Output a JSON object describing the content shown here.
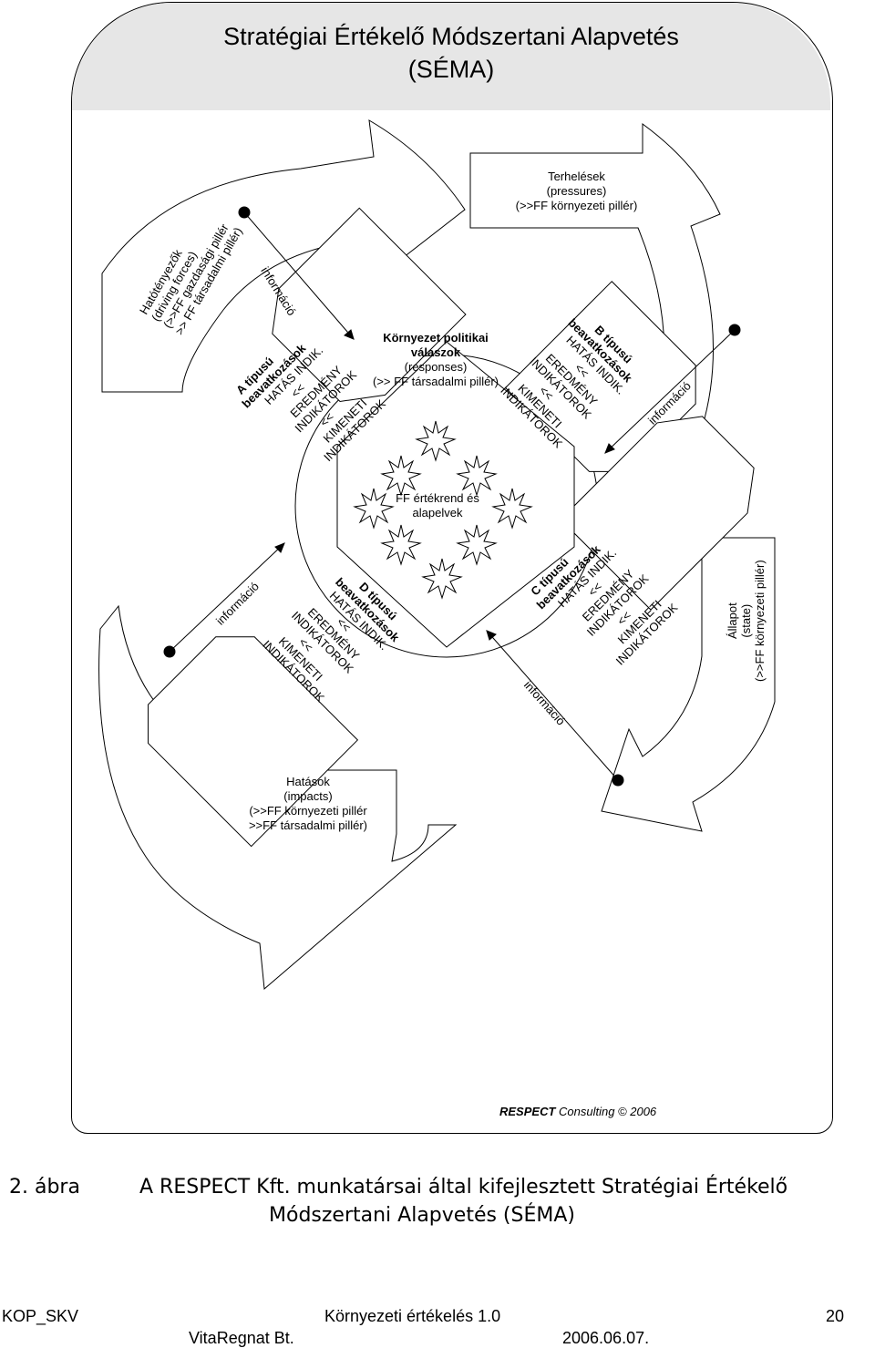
{
  "title_line1": "Stratégiai Értékelő Módszertani Alapvetés",
  "title_line2": "(SÉMA)",
  "pressures": [
    "Terhelések",
    "(pressures)",
    "(>>FF környezeti pillér)"
  ],
  "driving_forces": [
    "Hatótényezők",
    "(driving forces)",
    "(>>FF gazdasági pillér",
    ">> FF társadalmi pillér)"
  ],
  "responses": [
    "Környezet politikai",
    "válaszok",
    "(responses)",
    "(>> FF társadalmi pillér)"
  ],
  "values": [
    "FF értékrend és",
    "alapelvek"
  ],
  "state": [
    "Állapot",
    "(state)",
    "(>>FF környezeti pillér)"
  ],
  "impacts": [
    "Hatások",
    "(impacts)",
    "(>>FF környezeti pillér",
    ">>FF társadalmi pillér)"
  ],
  "info_label": "információ",
  "type_a": [
    "A típusú",
    "beavatkozások",
    "HATÁS INDIK.",
    "<<",
    "EREDMÉNY",
    "INDIKÁTOROK",
    "<<",
    "KIMENETI",
    "INDIKÁTOROK"
  ],
  "type_b": [
    "B típusú",
    "beavatkozások",
    "HATÁS INDIK.",
    "<<",
    "EREDMÉNY",
    "INDIKÁTOROK",
    "<<",
    "KIMENETI",
    "INDIKÁTOROK"
  ],
  "type_c": [
    "C típusú",
    "beavatkozások",
    "HATÁS INDIK.",
    "<<",
    "EREDMÉNY",
    "INDIKÁTOROK",
    "<<",
    "KIMENETI",
    "INDIKÁTOROK"
  ],
  "type_d": [
    "D típusú",
    "beavatkozások",
    "HATÁS INDIK.",
    "<<",
    "EREDMÉNY",
    "INDIKÁTOROK",
    "<<",
    "KIMENETI",
    "INDIKÁTOROK"
  ],
  "credit_brand": "RESPECT",
  "credit_rest": " Consulting © 2006",
  "caption_num": "2. ábra",
  "caption_line1": "A RESPECT Kft. munkatársai által kifejlesztett Stratégiai Értékelő",
  "caption_line2": "Módszertani Alapvetés (SÉMA)",
  "footer": {
    "left": "KOP_SKV",
    "center": "Környezeti értékelés 1.0",
    "page": "20",
    "company": "VitaRegnat Bt.",
    "date": "2006.06.07."
  }
}
